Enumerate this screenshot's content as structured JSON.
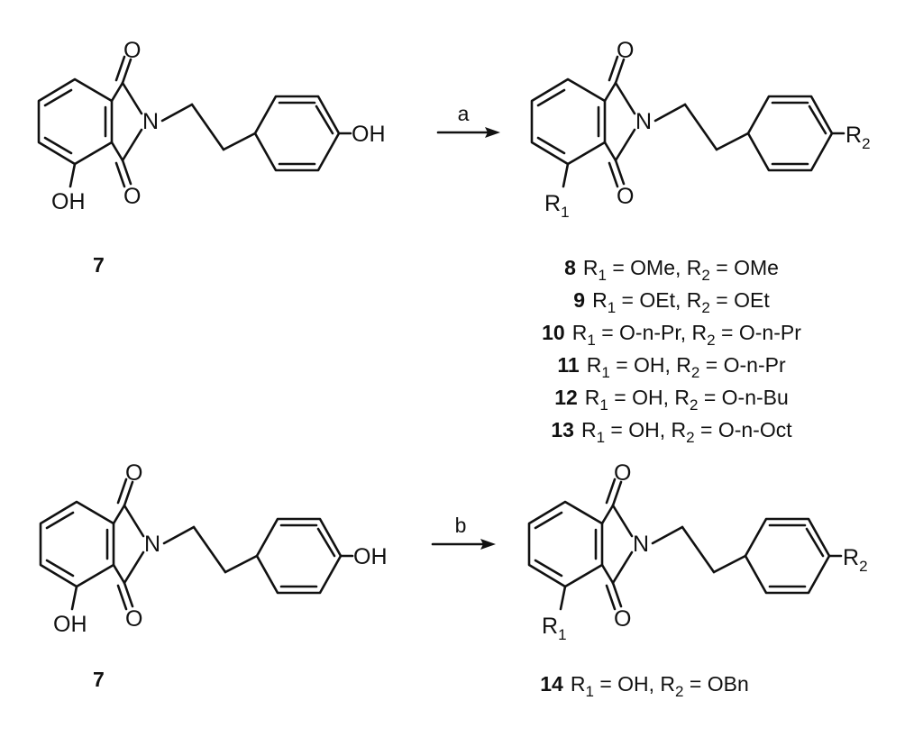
{
  "atoms": {
    "O": "O",
    "N": "N",
    "OH": "OH",
    "R": "R",
    "sub1": "1",
    "sub2": "2"
  },
  "reagents": {
    "a": "a",
    "b": "b"
  },
  "starting_material": {
    "number": "7"
  },
  "products_a": [
    {
      "number": "8",
      "r1_label": " = OMe, R",
      "r2_label": " = OMe"
    },
    {
      "number": "9",
      "r1_label": " = OEt, R",
      "r2_label": " = OEt"
    },
    {
      "number": "10",
      "r1_label": " = O-n-Pr, R",
      "r2_label": " = O-n-Pr"
    },
    {
      "number": "11",
      "r1_label": " = OH, R",
      "r2_label": " = O-n-Pr"
    },
    {
      "number": "12",
      "r1_label": " = OH, R",
      "r2_label": " = O-n-Bu"
    },
    {
      "number": "13",
      "r1_label": " = OH, R",
      "r2_label": " = O-n-Oct"
    }
  ],
  "products_b": [
    {
      "number": "14",
      "r1_label": " = OH, R",
      "r2_label": " = OBn"
    }
  ]
}
